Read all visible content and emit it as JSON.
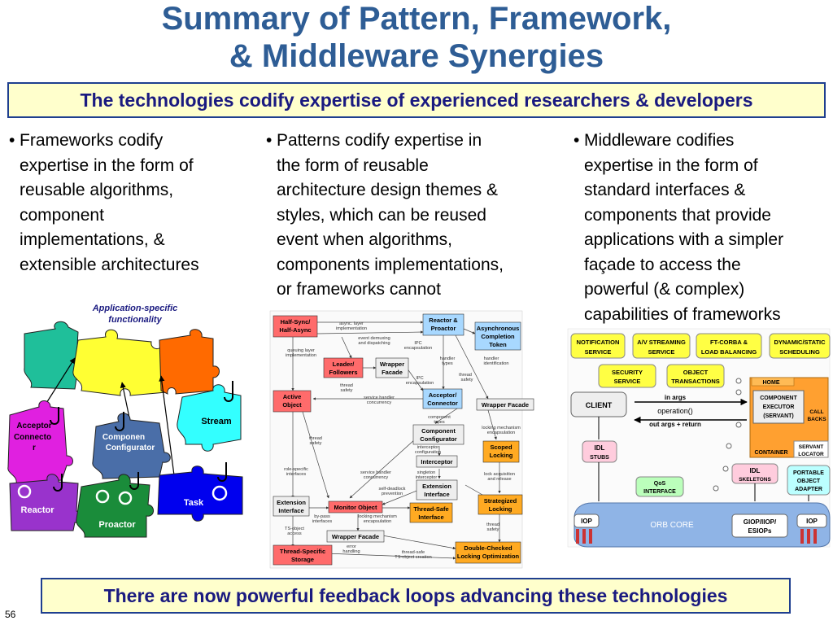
{
  "slide": {
    "title_line1": "Summary of Pattern, Framework,",
    "title_line2": "& Middleware Synergies",
    "banner_top": "The technologies codify expertise of experienced researchers & developers",
    "banner_bottom": "There are now powerful feedback loops advancing these technologies",
    "page_number": "56"
  },
  "columns": {
    "frameworks": [
      "Frameworks codify",
      "expertise in the form of",
      "reusable algorithms,",
      "component",
      "implementations, &",
      "extensible architectures"
    ],
    "patterns": [
      "Patterns codify expertise in",
      "the form of reusable",
      "architecture design themes &",
      "styles, which can be reused",
      "event when algorithms,",
      "components implementations,",
      "or frameworks cannot"
    ],
    "middleware": [
      "Middleware codifies",
      "expertise in the form of",
      "standard interfaces &",
      "components that provide",
      "applications with a simpler",
      "façade to access the",
      "powerful (& complex)",
      "capabilities of frameworks"
    ]
  },
  "puzzle": {
    "caption_line1": "Application-specific",
    "caption_line2": "functionality",
    "pieces": {
      "acceptor_1": "Acceptor",
      "acceptor_2": "Connecto",
      "acceptor_3": "r",
      "component_1": "Componen",
      "component_2": "Configurator",
      "stream": "Stream",
      "reactor": "Reactor",
      "proactor": "Proactor",
      "task": "Task"
    },
    "colors": {
      "teal": "#1fbf9a",
      "yellow": "#ffff33",
      "orange": "#ff6a00",
      "cyan": "#33ffff",
      "magenta": "#e020e0",
      "slateblue": "#4a6ea8",
      "purple": "#9933cc",
      "green": "#1a8c3a",
      "blue": "#0000ee"
    }
  },
  "patterns_diagram": {
    "nodes": {
      "half_sync_1": "Half-Sync/",
      "half_sync_2": "Half-Async",
      "reactor_1": "Reactor &",
      "reactor_2": "Proactor",
      "async_1": "Asynchronous",
      "async_2": "Completion",
      "async_3": "Token",
      "leader_1": "Leader/",
      "leader_2": "Followers",
      "wrapper_1": "Wrapper",
      "wrapper_2": "Facade",
      "acceptor_1": "Acceptor/",
      "acceptor_2": "Connector",
      "active_1": "Active",
      "active_2": "Object",
      "wrapper_facade_right": "Wrapper Facade",
      "comp_conf_1": "Component",
      "comp_conf_2": "Configurator",
      "scoped_1": "Scoped",
      "scoped_2": "Locking",
      "interceptor": "Interceptor",
      "ext_iface_1": "Extension",
      "ext_iface_2": "Interface",
      "ext_left_1": "Extension",
      "ext_left_2": "Interface",
      "monitor": "Monitor Object",
      "tsi_1": "Thread-Safe",
      "tsi_2": "Interface",
      "strat_1": "Strategized",
      "strat_2": "Locking",
      "wrapper_facade_bottom": "Wrapper Facade",
      "tss_1": "Thread-Specific",
      "tss_2": "Storage",
      "dcl_1": "Double-Checked",
      "dcl_2": "Locking Optimization"
    },
    "labels": {
      "l1a": "async. layer",
      "l1b": "implementation",
      "l2a": "event demuxing",
      "l2b": "and dispatching",
      "l3a": "queuing layer",
      "l3b": "implementation",
      "l4a": "IPC",
      "l4b": "encapsulation",
      "l5a": "handler",
      "l5b": "types",
      "l6a": "handler",
      "l6b": "identification",
      "l7a": "thread",
      "l7b": "safety",
      "l8a": "thread",
      "l8b": "safety",
      "l9a": "IPC",
      "l9b": "encapsulation",
      "l10a": "service handler",
      "l10b": "concurrency",
      "l11a": "component",
      "l11b": "types",
      "l12a": "locking mechanism",
      "l12b": "encapsulation",
      "l13a": "thread",
      "l13b": "safety",
      "l14a": "interceptor",
      "l14b": "configuration",
      "l15a": "role-specific",
      "l15b": "interfaces",
      "l16a": "service handler",
      "l16b": "concurrency",
      "l17a": "singleton",
      "l17b": "interceptor",
      "l18a": "lock acquisition",
      "l18b": "and release",
      "l19a": "self-deadlock",
      "l19b": "prevention",
      "l20a": "by-pass",
      "l20b": "interfaces",
      "l21a": "locking mechanism",
      "l21b": "encapsulation",
      "l22a": "TS-object",
      "l22b": "access",
      "l23a": "thread",
      "l23b": "safety",
      "l24a": "error",
      "l24b": "handling",
      "l25a": "thread-safe",
      "l25b": "TS-object creation"
    }
  },
  "middleware_diagram": {
    "notification_1": "NOTIFICATION",
    "notification_2": "SERVICE",
    "av_1": "A/V STREAMING",
    "av_2": "SERVICE",
    "ftcorba_1": "FT-CORBA &",
    "ftcorba_2": "LOAD BALANCING",
    "dynamic_1": "DYNAMIC/STATIC",
    "dynamic_2": "SCHEDULING",
    "security_1": "SECURITY",
    "security_2": "SERVICE",
    "objtx_1": "OBJECT",
    "objtx_2": "TRANSACTIONS",
    "home": "HOME",
    "client": "CLIENT",
    "in_args": "in args",
    "operation": "operation()",
    "out_args": "out args + return",
    "comp_exec_1": "COMPONENT",
    "comp_exec_2": "EXECUTOR",
    "comp_exec_3": "(SERVANT)",
    "callbacks_1": "CALL",
    "callbacks_2": "BACKS",
    "container": "CONTAINER",
    "servant_loc_1": "SERVANT",
    "servant_loc_2": "LOCATOR",
    "idl_stubs_1": "IDL",
    "idl_stubs_2": "STUBS",
    "qos_1": "QoS",
    "qos_2": "INTERFACE",
    "idl_skel_1": "IDL",
    "idl_skel_2": "SKELETONS",
    "poa_1": "PORTABLE",
    "poa_2": "OBJECT",
    "poa_3": "ADAPTER",
    "iop_left": "IOP",
    "orb_core": "ORB CORE",
    "giop_1": "GIOP/IIOP/",
    "giop_2": "ESIOPs",
    "iop_right": "IOP"
  }
}
